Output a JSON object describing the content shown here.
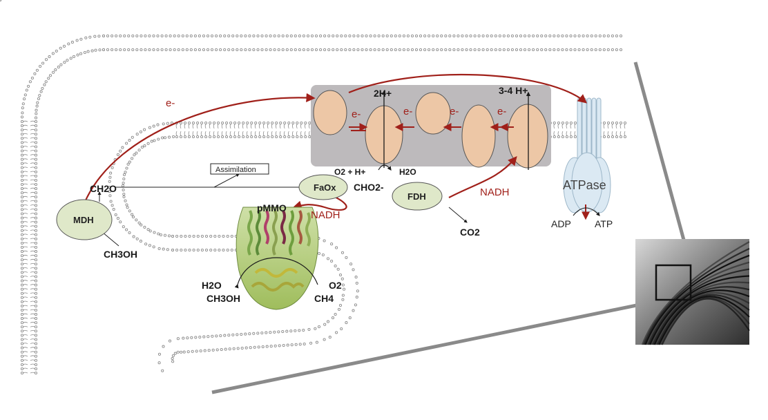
{
  "labels": {
    "e_left": "e-",
    "e1": "e-",
    "e2": "e-",
    "e3": "e-",
    "e4": "e-",
    "h2": "2H+",
    "h34": "3-4 H+",
    "o2h": "O2 + H+",
    "h2o_top": "H2O",
    "assimilation": "Assimilation",
    "ch2o": "CH2O",
    "ch3oh_left": "CH3OH",
    "mdh": "MDH",
    "faox": "FaOx",
    "cho2": "CHO2-",
    "fdh": "FDH",
    "co2": "CO2",
    "nadh_right": "NADH",
    "nadh_pmmo": "NADH",
    "pmmo": "pMMO",
    "h2o_pmmo": "H2O",
    "ch3oh_pmmo": "CH3OH",
    "o2_pmmo": "O2",
    "ch4": "CH4",
    "atpase": "ATPase",
    "adp": "ADP",
    "atp": "ATP"
  },
  "colors": {
    "red": "#a0201a",
    "complex": "#edc7a6",
    "enzyme_fill": "#dfe8c9",
    "chain_box": "#bdbabc",
    "atpase": "#cfe3f0",
    "lipid": "#8c8c8c"
  }
}
